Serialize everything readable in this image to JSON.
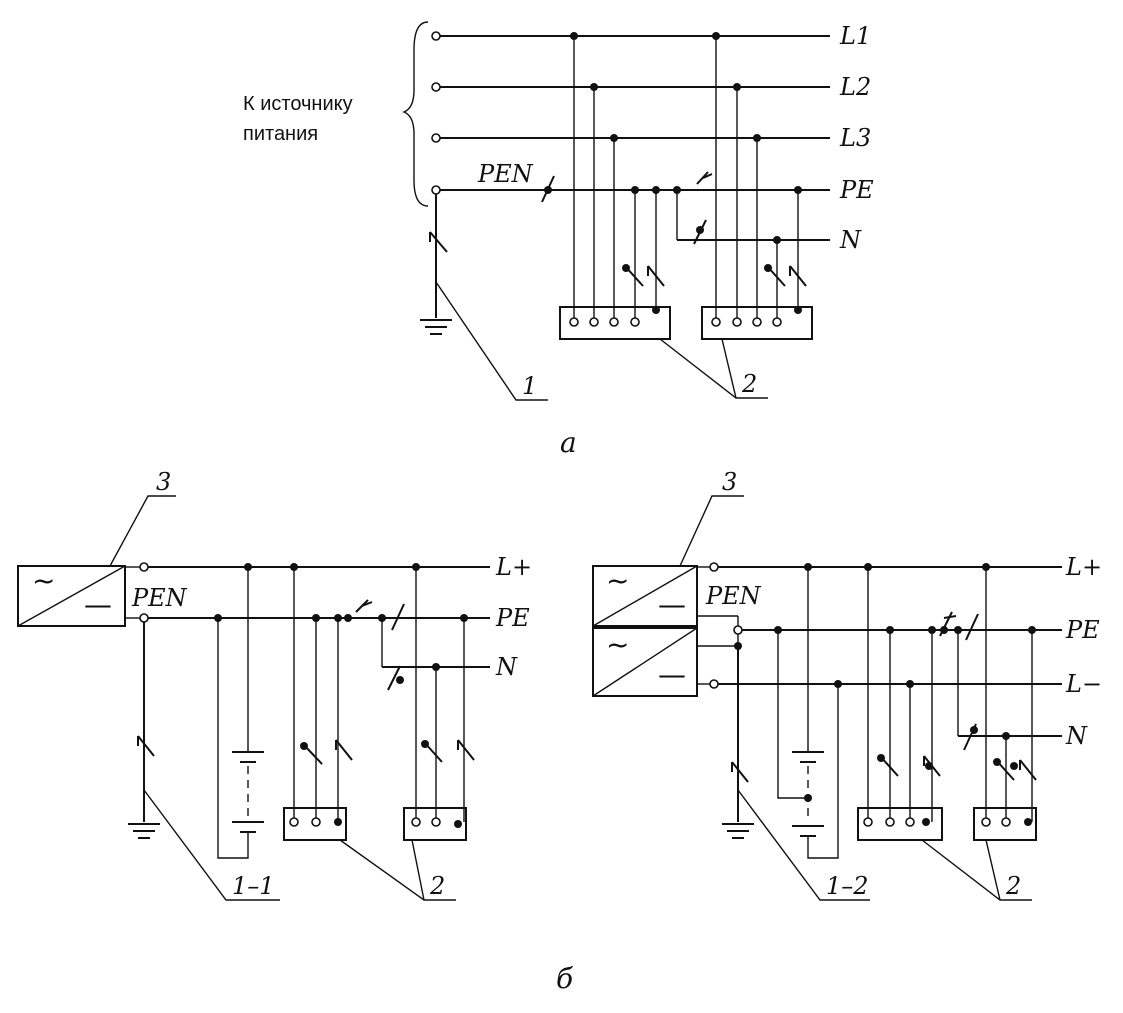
{
  "diagram_a": {
    "source_label_line1": "К источнику",
    "source_label_line2": "питания",
    "line_labels": {
      "l1": "L1",
      "l2": "L2",
      "l3": "L3",
      "pe": "PE",
      "n": "N"
    },
    "pen_label": "PEN",
    "callout_1": "1",
    "callout_2": "2",
    "caption": "а"
  },
  "diagram_b1": {
    "source_symbol_ac": "~",
    "source_symbol_dc": "—",
    "callout_3": "3",
    "pen_label": "PEN",
    "line_labels": {
      "lplus": "L+",
      "pe": "PE",
      "n": "N"
    },
    "callout_1": "1–1",
    "callout_2": "2"
  },
  "diagram_b2": {
    "source_symbol_ac": "~",
    "source_symbol_dc": "—",
    "callout_3": "3",
    "pen_label": "PEN",
    "line_labels": {
      "lplus": "L+",
      "pe": "PE",
      "lminus": "L−",
      "n": "N"
    },
    "callout_1": "1–2",
    "callout_2": "2"
  },
  "caption_b": "б"
}
